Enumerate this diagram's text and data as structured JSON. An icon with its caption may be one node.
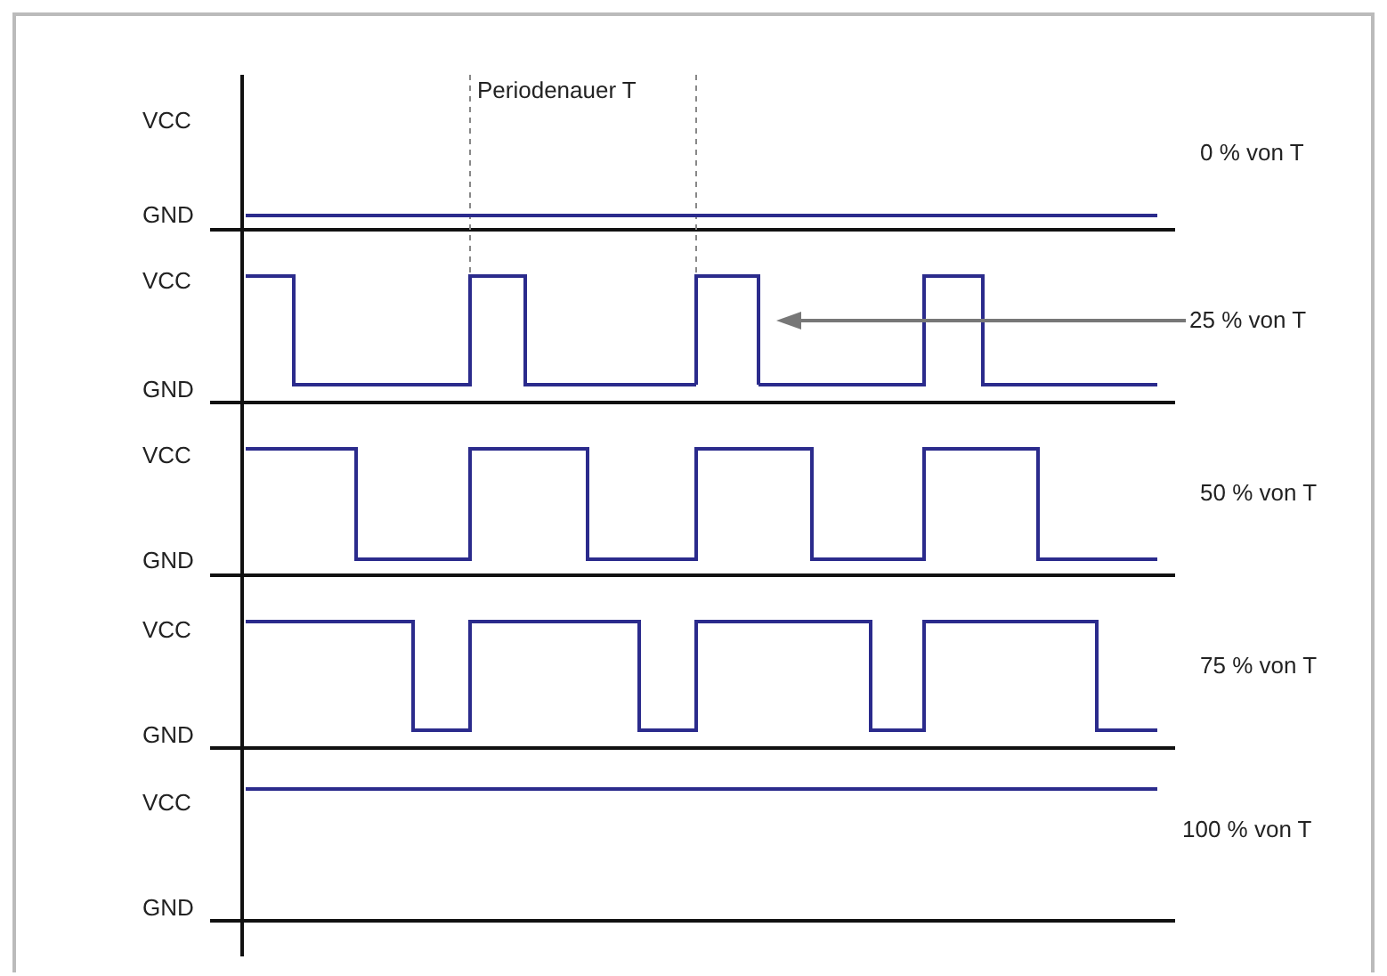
{
  "diagram": {
    "nodes": [
      {
        "text": [
          "25 % von T"
        ]
      },
      {
        "text": [],
        "shape": "line"
      }
    ],
    "edges": [
      {
        "from": 0,
        "to": 1,
        "arrow": "to"
      }
    ],
    "labels": [
      "Periodenauer T",
      "VCC",
      "0 % von T",
      "GND",
      "VCC",
      "GND",
      "VCC",
      "50 % von T",
      "GND",
      "VCC",
      "75 % von T",
      "GND",
      "VCC",
      "100 % von T",
      "GND"
    ]
  }
}
